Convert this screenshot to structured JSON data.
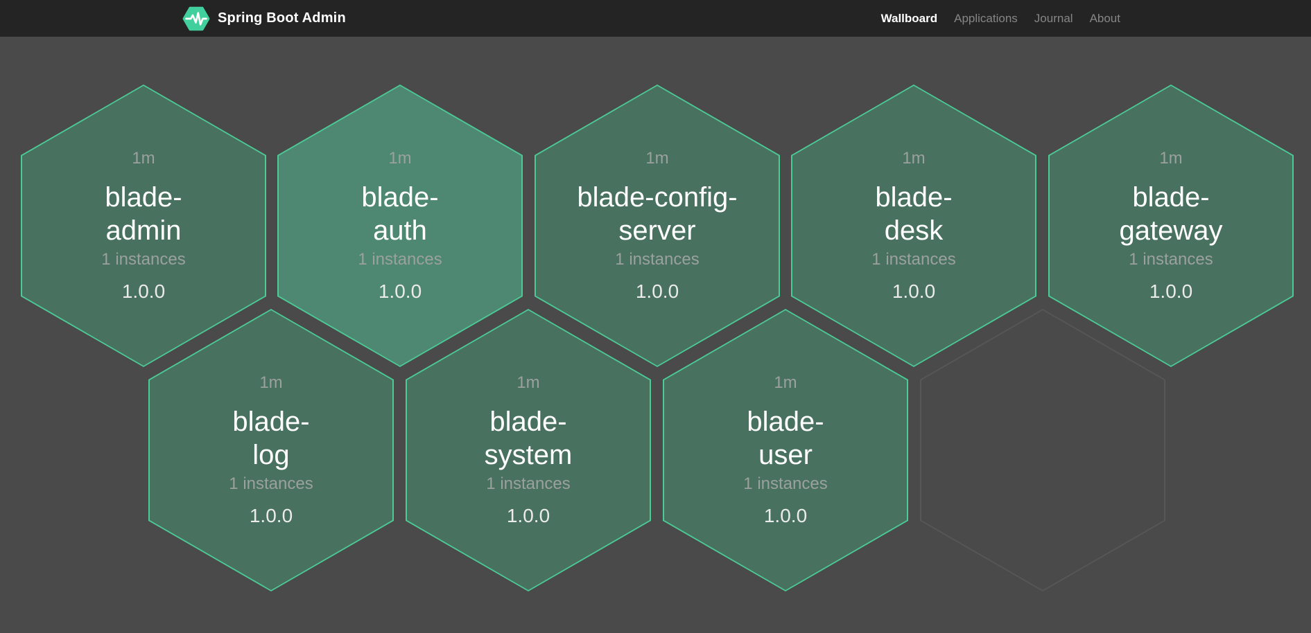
{
  "header": {
    "brand": {
      "title": "Spring Boot Admin"
    },
    "nav": [
      {
        "label": "Wallboard",
        "active": true
      },
      {
        "label": "Applications",
        "active": false
      },
      {
        "label": "Journal",
        "active": false
      },
      {
        "label": "About",
        "active": false
      }
    ]
  },
  "colors": {
    "navbar_bg": "#242424",
    "page_bg": "#4a4a4a",
    "brand_green": "#42cf9e",
    "hex_border_up": "#4ccb97",
    "hex_fill_up": "#48715f",
    "hex_fill_up_bright": "#4e8872",
    "empty_hex_border": "#575757"
  },
  "wallboard": {
    "applications": [
      {
        "name": "blade-admin",
        "name_lines": [
          "blade-",
          "admin"
        ],
        "duration": "1m",
        "instances": "1 instances",
        "version": "1.0.0",
        "tile_color": "#48715f"
      },
      {
        "name": "blade-auth",
        "name_lines": [
          "blade-",
          "auth"
        ],
        "duration": "1m",
        "instances": "1 instances",
        "version": "1.0.0",
        "tile_color": "#4e8872"
      },
      {
        "name": "blade-config-server",
        "name_lines": [
          "blade-config-",
          "server"
        ],
        "duration": "1m",
        "instances": "1 instances",
        "version": "1.0.0",
        "tile_color": "#48715f"
      },
      {
        "name": "blade-desk",
        "name_lines": [
          "blade-",
          "desk"
        ],
        "duration": "1m",
        "instances": "1 instances",
        "version": "1.0.0",
        "tile_color": "#48715f"
      },
      {
        "name": "blade-gateway",
        "name_lines": [
          "blade-",
          "gateway"
        ],
        "duration": "1m",
        "instances": "1 instances",
        "version": "1.0.0",
        "tile_color": "#48715f"
      },
      {
        "name": "blade-log",
        "name_lines": [
          "blade-",
          "log"
        ],
        "duration": "1m",
        "instances": "1 instances",
        "version": "1.0.0",
        "tile_color": "#48715f"
      },
      {
        "name": "blade-system",
        "name_lines": [
          "blade-",
          "system"
        ],
        "duration": "1m",
        "instances": "1 instances",
        "version": "1.0.0",
        "tile_color": "#48715f"
      },
      {
        "name": "blade-user",
        "name_lines": [
          "blade-",
          "user"
        ],
        "duration": "1m",
        "instances": "1 instances",
        "version": "1.0.0",
        "tile_color": "#48715f"
      }
    ],
    "empty_slots": 1
  }
}
